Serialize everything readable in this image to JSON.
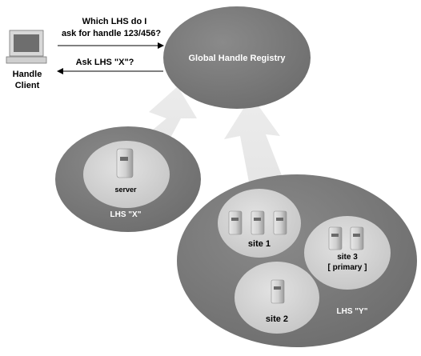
{
  "client": {
    "label_line1": "Handle",
    "label_line2": "Client"
  },
  "query": {
    "line1": "Which LHS do I",
    "line2": "ask for handle 123/456?"
  },
  "reply": {
    "text": "Ask LHS \"X\"?"
  },
  "registry": {
    "label": "Global Handle Registry"
  },
  "lhs_x": {
    "label": "LHS \"X\"",
    "server_label": "server"
  },
  "lhs_y": {
    "label": "LHS \"Y\"",
    "site1": {
      "label": "site 1"
    },
    "site2": {
      "label": "site 2"
    },
    "site3": {
      "label_line1": "site 3",
      "label_line2": "[ primary ]"
    }
  },
  "colors": {
    "outer_fill": "#7a7a7a",
    "inner_fill": "#d2d2d2",
    "arrow_fill": "#e6e6e6",
    "text_dark": "#000000",
    "text_light": "#ffffff"
  }
}
